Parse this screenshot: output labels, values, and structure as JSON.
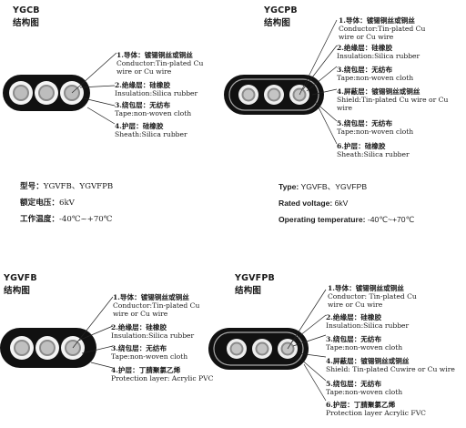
{
  "diagrams": {
    "ygcb": {
      "title": "YGCB 结构图",
      "labels": [
        {
          "cn": "1.导体：镀锡铜丝或铜丝",
          "en": "Conductor:Tin-plated Cu",
          "en2": "wire or Cu wire"
        },
        {
          "cn": "2.绝缘层：硅橡胶",
          "en": "Insulation:Silica rubber"
        },
        {
          "cn": "3.绕包层：无纺布",
          "en": "Tape:non-woven cloth"
        },
        {
          "cn": "4.护层：硅橡胶",
          "en": "Sheath:Silica rubber"
        }
      ]
    },
    "ygcpb": {
      "title": "YGCPB 结构图",
      "labels": [
        {
          "cn": "1.导体：镀锡铜丝或铜丝",
          "en": "Conductor:Tin-plated Cu",
          "en2": "wire or Cu wire"
        },
        {
          "cn": "2.绝缘层：硅橡胶",
          "en": "Insulation:Silica rubber"
        },
        {
          "cn": "3.绕包层：无纺布",
          "en": "Tape:non-woven cloth"
        },
        {
          "cn": "4.屏蔽层：镀锡铜丝或铜丝",
          "en": "Shield:Tin-plated Cu wire or Cu",
          "en2": "wire"
        },
        {
          "cn": "5.绕包层：无纺布",
          "en": "Tape:non-woven cloth"
        },
        {
          "cn": "6.护层：硅橡胶",
          "en": "Sheath:Silica rubber"
        }
      ]
    },
    "ygvfb": {
      "title": "YGVFB 结构图",
      "labels": [
        {
          "cn": "1.导体：镀锡铜丝或铜丝",
          "en": "Conductor:Tin-plated Cu",
          "en2": "wire or Cu wire"
        },
        {
          "cn": "2.绝缘层：硅橡胶",
          "en": "Insulation:Silica rubber"
        },
        {
          "cn": "3.绕包层：无纺布",
          "en": "Tape:non-woven cloth"
        },
        {
          "cn": "4.护层：丁腈聚氯乙烯",
          "en": "Protection layer: Acrylic PVC"
        }
      ]
    },
    "ygvfpb": {
      "title": "YGVFPB 结构图",
      "labels": [
        {
          "cn": "1.导体：镀锡铜丝或铜丝",
          "en": "Conductor: Tin-plated Cu",
          "en2": "wire or Cu wire"
        },
        {
          "cn": "2.绝缘层：硅橡胶",
          "en": "Insulation:Silica rubber"
        },
        {
          "cn": "3.绕包层：无纺布",
          "en": "Tape:non-woven cloth"
        },
        {
          "cn": "4.屏蔽层：镀锡铜丝或铜丝",
          "en": "Shield: Tin-plated Cuwire or Cu wire"
        },
        {
          "cn": "5.绕包层：无纺布",
          "en": "Tape:non-woven cloth"
        },
        {
          "cn": "6.护层：丁腈聚氯乙烯",
          "en": "Protection layer Acrylic FVC"
        }
      ]
    }
  },
  "specs_cn": {
    "type_key": "型号：",
    "type_val": "YGVFB、YGVFPB",
    "voltage_key": "额定电压：",
    "voltage_val": "6kV",
    "temp_key": "工作温度：",
    "temp_val": "-40℃~+70℃"
  },
  "specs_en": {
    "type_key": "Type:",
    "type_val": "YGVFB、YGVFPB",
    "voltage_key": "Rated voltage:",
    "voltage_val": "6kV",
    "temp_key": "Operating temperature:",
    "temp_val": "-40℃~+70℃"
  },
  "colors": {
    "sheath": "#111111",
    "insulation": "#f4f4f4",
    "conductor": "#8a8a8a",
    "line": "#222222"
  }
}
